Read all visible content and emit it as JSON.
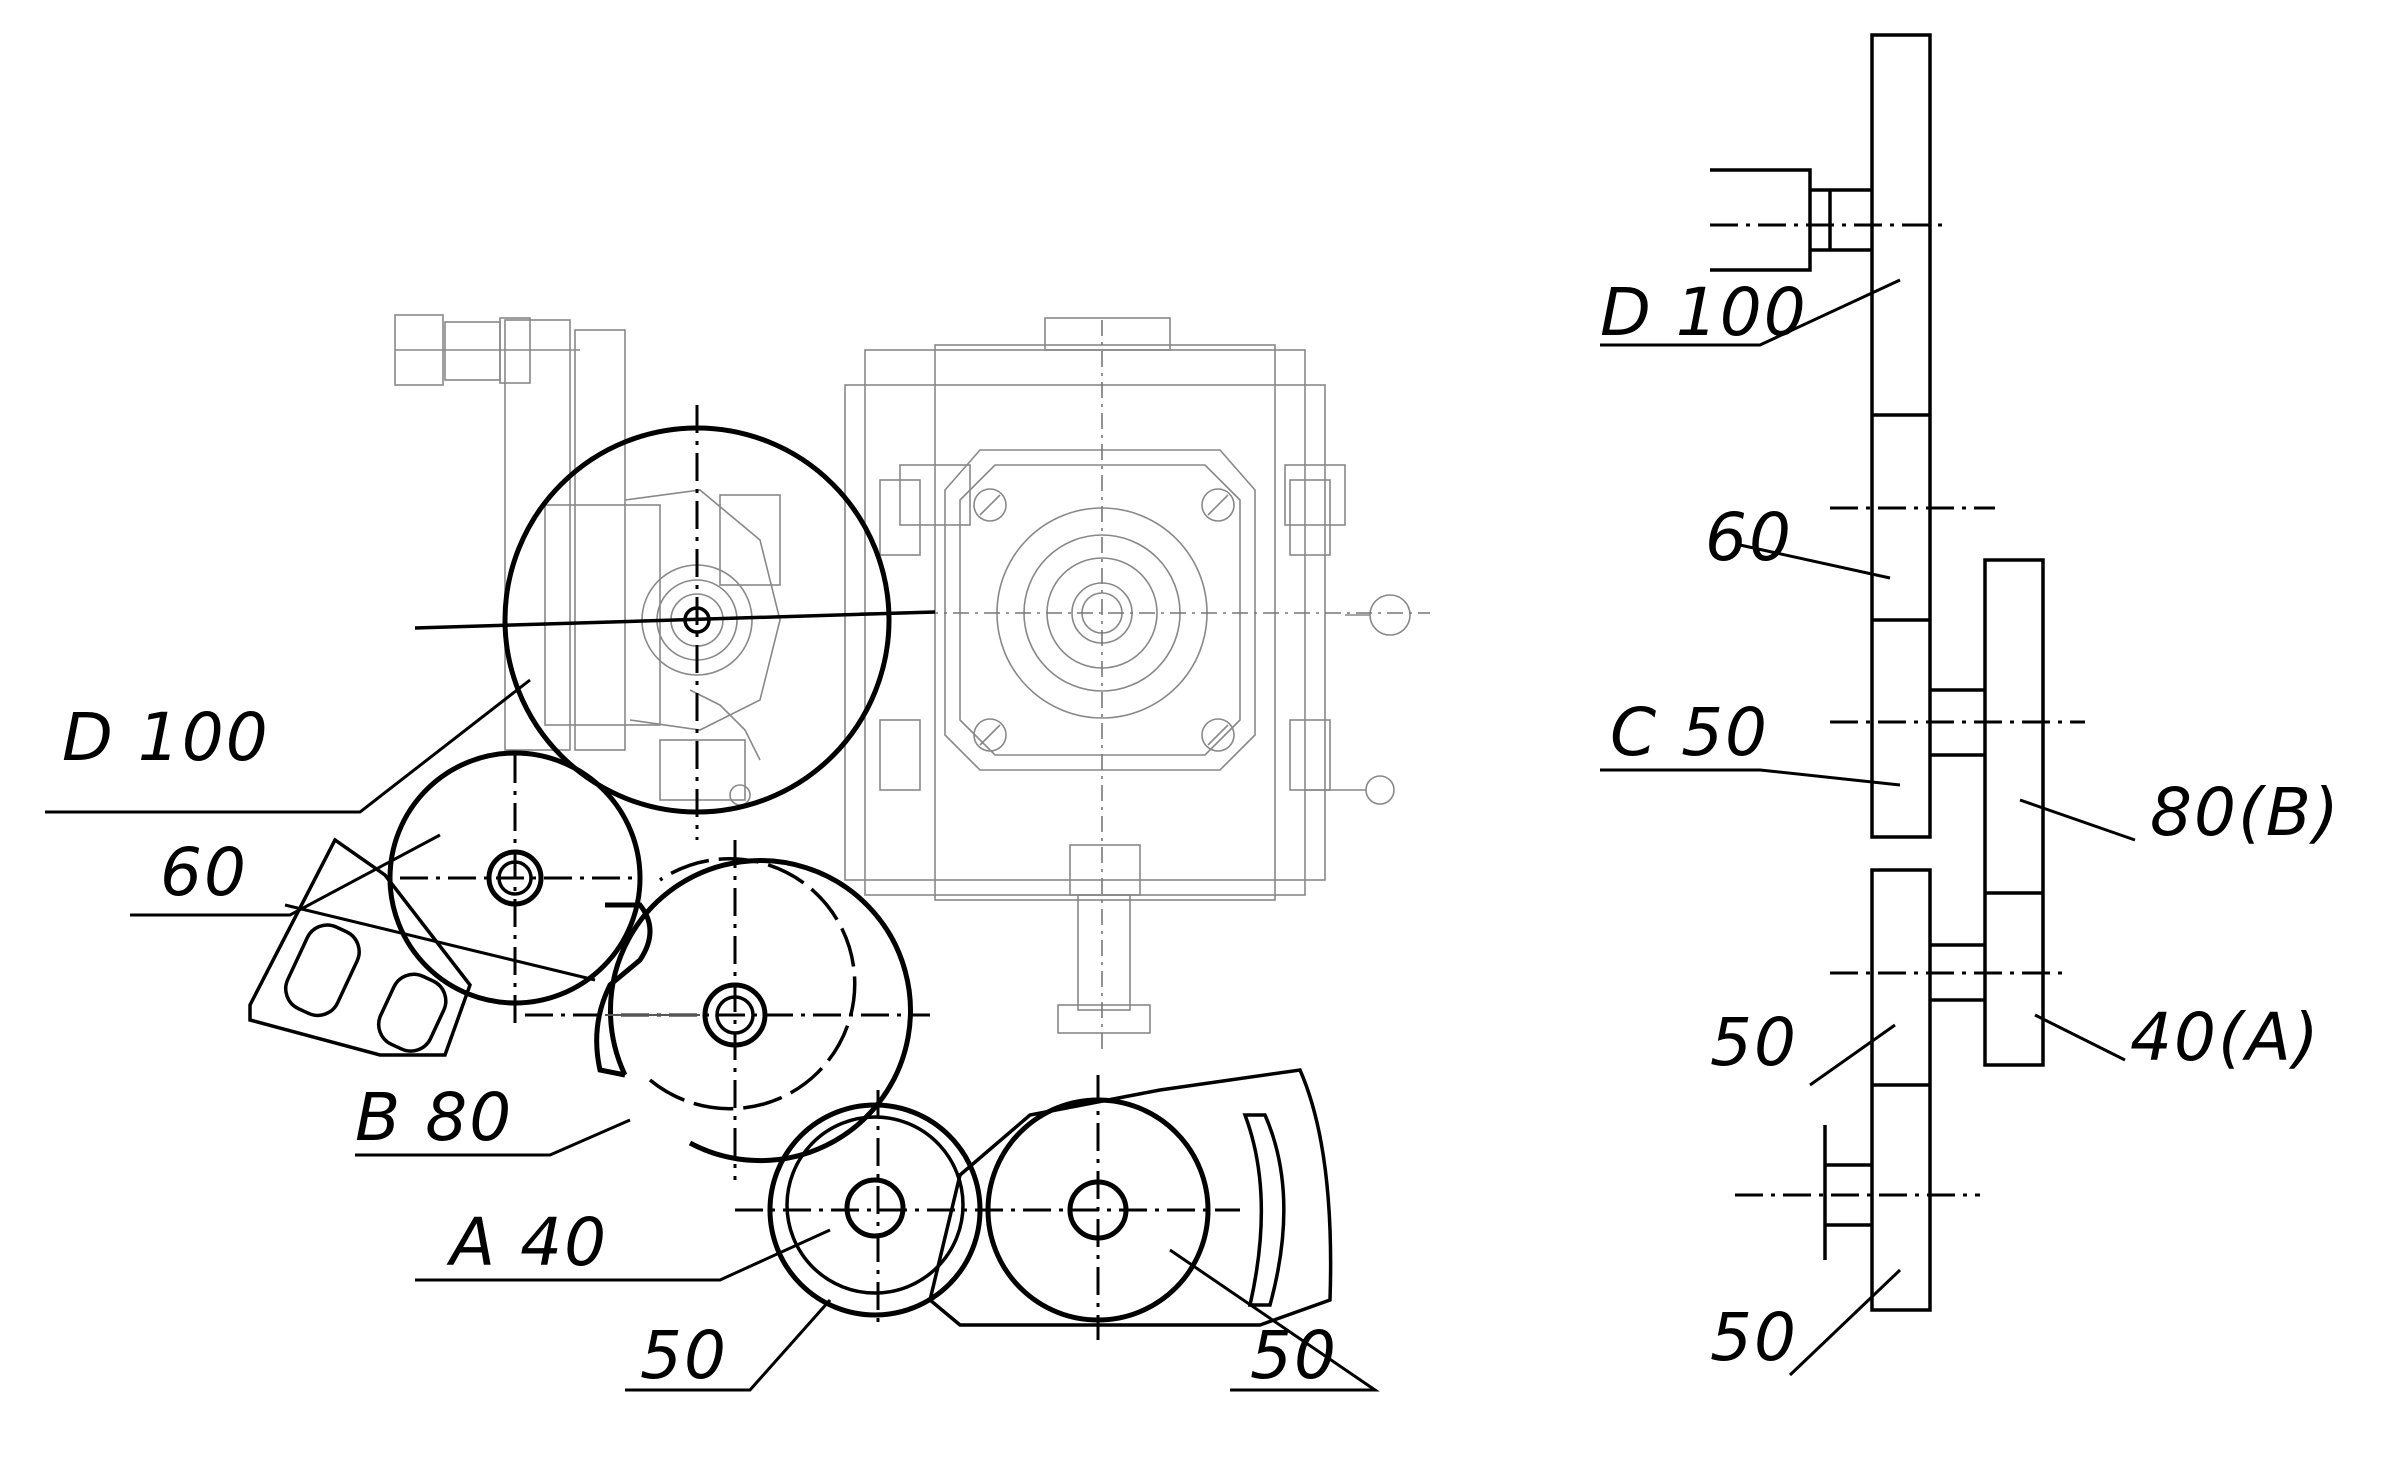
{
  "front_view": {
    "labels": {
      "d100": "D 100",
      "g60": "60",
      "b80": "B 80",
      "a40": "A 40",
      "g50_left": "50",
      "g50_right": "50"
    }
  },
  "side_view": {
    "labels": {
      "d100": "D 100",
      "g60": "60",
      "c50": "C 50",
      "b80": "80(B)",
      "a40": "40(A)",
      "g50_mid": "50",
      "g50_bottom": "50"
    }
  }
}
